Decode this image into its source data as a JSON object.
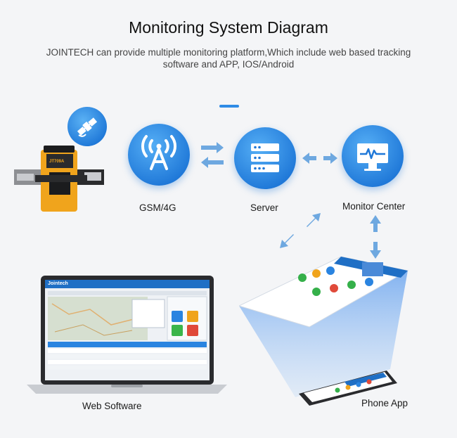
{
  "header": {
    "title": "Monitoring System Diagram",
    "subtitle": "JOINTECH can provide multiple monitoring platform,Which include web based tracking software and APP, IOS/Android"
  },
  "nodes": {
    "gsm": "GSM/4G",
    "server": "Server",
    "monitor": "Monitor Center",
    "web": "Web Software",
    "app": "Phone App"
  },
  "device": {
    "brand": "JT709A"
  },
  "laptop": {
    "brand": "Jointech"
  },
  "colors": {
    "accent": "#1f78d8",
    "device": "#f0a41c"
  },
  "icons": [
    "satellite-icon",
    "signal-tower-icon",
    "server-icon",
    "monitor-icon"
  ]
}
